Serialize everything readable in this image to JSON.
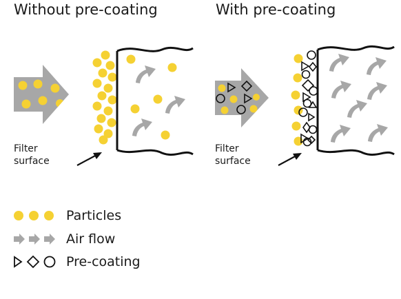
{
  "titles": {
    "left": "Without pre-coating",
    "right": "With pre-coating"
  },
  "labels": {
    "filter_surface_line1": "Filter",
    "filter_surface_line2": "surface"
  },
  "legend": {
    "particles": "Particles",
    "airflow": "Air flow",
    "precoating": "Pre-coating"
  },
  "colors": {
    "particle": "#f5d133",
    "arrow_gray": "#a7a7a7",
    "line": "#111111"
  }
}
